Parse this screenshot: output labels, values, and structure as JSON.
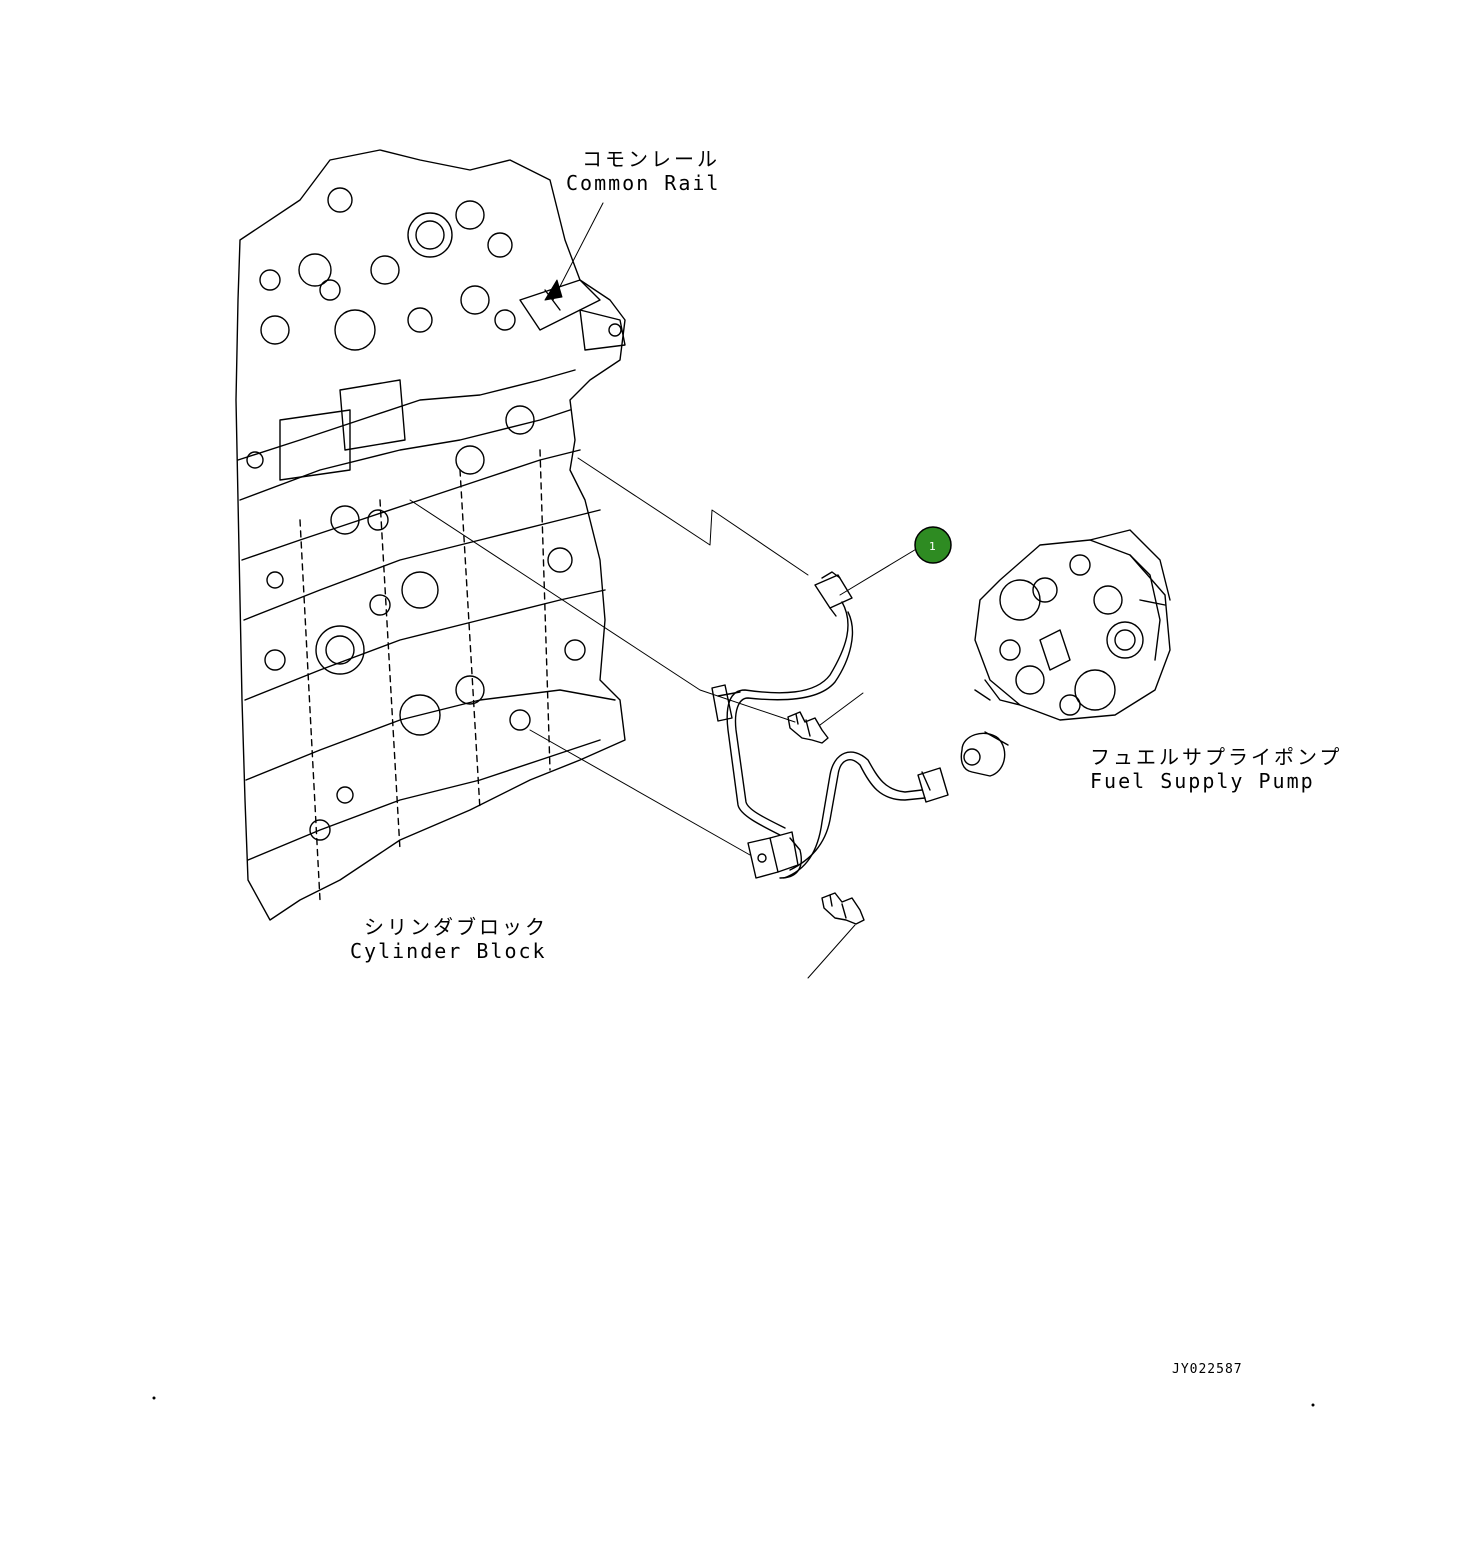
{
  "labels": {
    "common_rail_jp": "コモンレール",
    "common_rail_en": "Common Rail",
    "fuel_pump_jp": "フュエルサプライポンプ",
    "fuel_pump_en": "Fuel Supply Pump",
    "cylinder_block_jp": "シリンダブロック",
    "cylinder_block_en": "Cylinder Block"
  },
  "callouts": [
    {
      "number": "1",
      "color": "#2e8b22"
    }
  ],
  "drawing_code": "JY022587"
}
